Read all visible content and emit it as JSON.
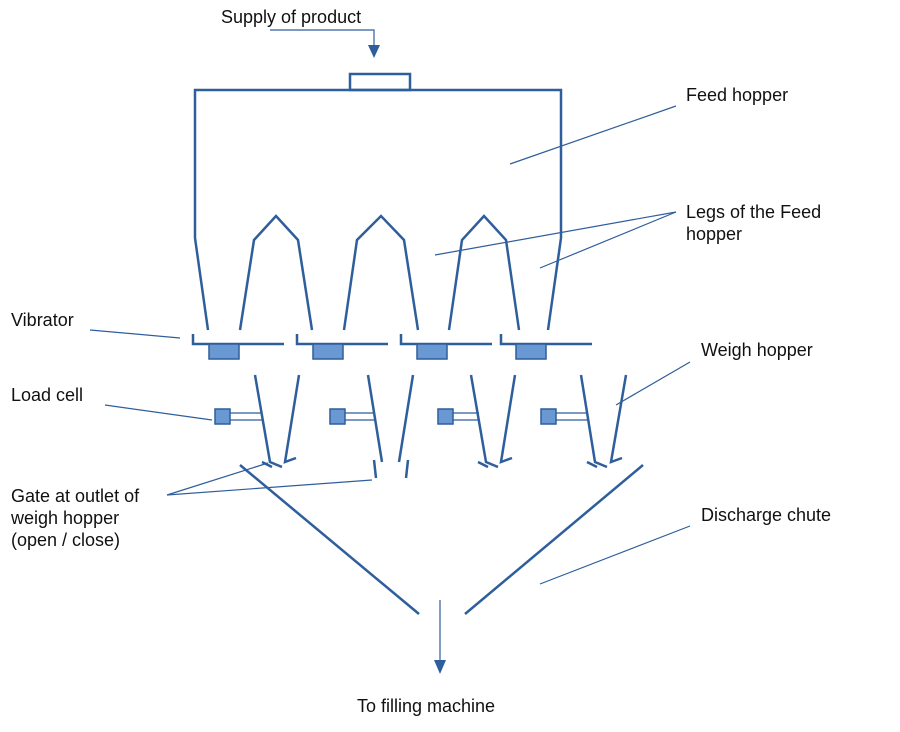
{
  "colors": {
    "line": "#2e5e9c",
    "fill": "#6a98d3",
    "text": "#111111"
  },
  "labels": {
    "supply": "Supply of product",
    "feed_hopper": "Feed hopper",
    "legs": "Legs of the Feed\nhopper",
    "vibrator": "Vibrator",
    "weigh_hopper": "Weigh hopper",
    "load_cell": "Load cell",
    "gate": "Gate at outlet of\nweigh hopper\n(open / close)",
    "discharge": "Discharge chute",
    "to_filling": "To filling machine"
  }
}
